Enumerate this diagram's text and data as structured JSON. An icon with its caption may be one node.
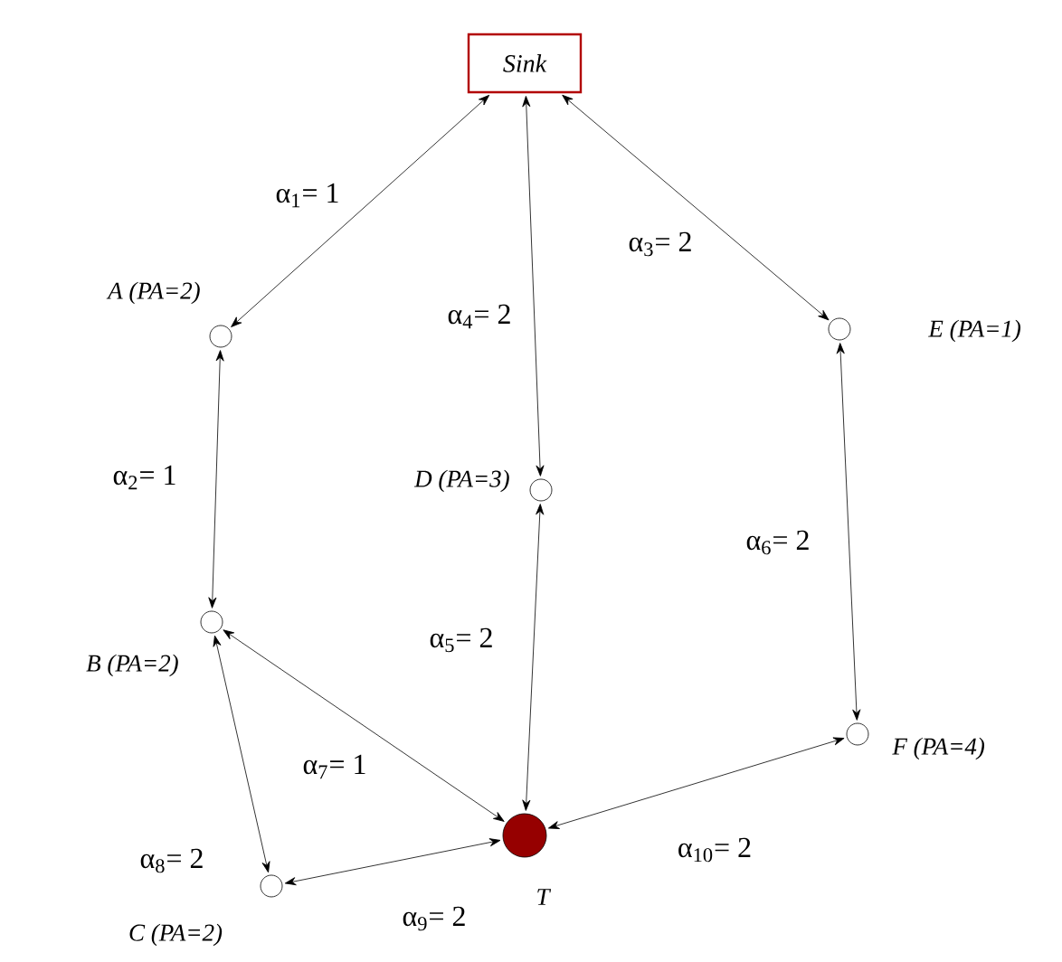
{
  "diagram": {
    "nodes": [
      {
        "text": [
          "Sink"
        ]
      },
      {
        "text": [],
        "shape": "circle",
        "beside": [
          "A (PA=2)"
        ]
      },
      {
        "text": [],
        "shape": "circle",
        "beside": [
          "E (PA=1)"
        ]
      },
      {
        "text": [],
        "shape": "circle",
        "beside": [
          "D (PA=3)"
        ]
      },
      {
        "text": [],
        "shape": "circle",
        "beside": [
          "B (PA=2)"
        ]
      },
      {
        "text": [],
        "shape": "circle",
        "beside": [
          "F (PA=4)"
        ]
      },
      {
        "text": [],
        "shape": "circle",
        "beside": [
          "T"
        ]
      },
      {
        "text": [],
        "shape": "circle",
        "beside": [
          "C (PA=2)"
        ]
      }
    ],
    "edges": [
      {
        "from": 0,
        "to": 1,
        "arrow": "both",
        "label": "α$_{1}$= 1"
      },
      {
        "from": 0,
        "to": 3,
        "arrow": "both",
        "label": "α$_{4}$= 2"
      },
      {
        "from": 0,
        "to": 2,
        "arrow": "both",
        "label": "α$_{3}$= 2"
      },
      {
        "from": 1,
        "to": 4,
        "arrow": "both",
        "label": "α$_{2}$= 1"
      },
      {
        "from": 3,
        "to": 6,
        "arrow": "both",
        "label": "α$_{5}$= 2"
      },
      {
        "from": 2,
        "to": 5,
        "arrow": "both",
        "label": "α$_{6}$= 2"
      },
      {
        "from": 4,
        "to": 6,
        "arrow": "both",
        "label": "α$_{7}$= 1"
      },
      {
        "from": 4,
        "to": 7,
        "arrow": "both",
        "label": "α$_{8}$= 2"
      },
      {
        "from": 7,
        "to": 6,
        "arrow": "both",
        "label": "α$_{9}$= 2"
      },
      {
        "from": 5,
        "to": 6,
        "arrow": "both",
        "label": "α$_{10}$= 2"
      }
    ]
  }
}
